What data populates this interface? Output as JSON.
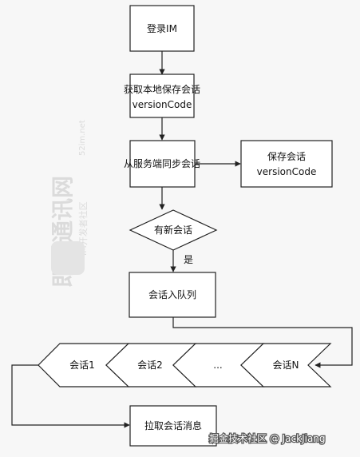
{
  "watermark": {
    "brand": "即时通讯网",
    "sub": "IM开发者社区",
    "badge": "52im.net"
  },
  "nodes": {
    "login": "登录IM",
    "get_version_line1": "获取本地保存会话",
    "get_version_line2": "versionCode",
    "sync_sessions": "从服务端同步会话",
    "save_version_line1": "保存会话",
    "save_version_line2": "versionCode",
    "decision": "有新会话",
    "decision_yes": "是",
    "enqueue": "会话入队列",
    "pull_messages": "拉取会话消息"
  },
  "queue": {
    "items": [
      "会话1",
      "会话2",
      "...",
      "会话N"
    ]
  },
  "footer": {
    "credit": "掘金技术社区 @ JackJiang"
  },
  "colors": {
    "stroke": "#222222",
    "fill": "#ffffff",
    "background": "#f7f7f7",
    "watermark": "#d9d9d9"
  }
}
